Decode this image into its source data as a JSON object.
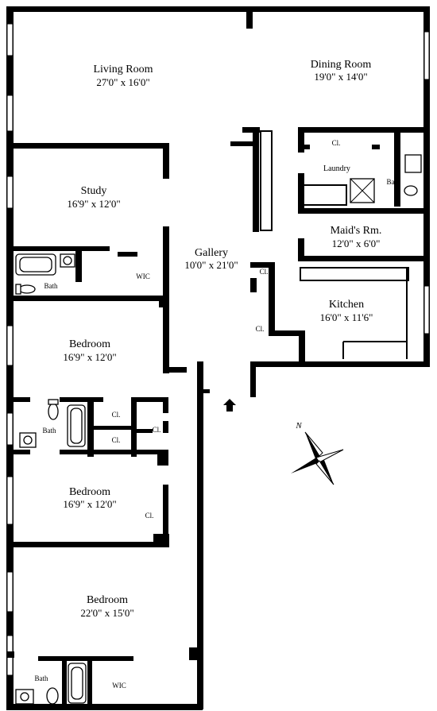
{
  "rooms": {
    "living_room": {
      "name": "Living Room",
      "dims": "27'0\" x 16'0\""
    },
    "dining_room": {
      "name": "Dining Room",
      "dims": "19'0\" x 14'0\""
    },
    "study": {
      "name": "Study",
      "dims": "16'9\" x 12'0\""
    },
    "gallery": {
      "name": "Gallery",
      "dims": "10'0\" x 21'0\""
    },
    "maids_room": {
      "name": "Maid's Rm.",
      "dims": "12'0\" x 6'0\""
    },
    "kitchen": {
      "name": "Kitchen",
      "dims": "16'0\" x 11'6\""
    },
    "bedroom_1": {
      "name": "Bedroom",
      "dims": "16'9\" x 12'0\""
    },
    "bedroom_2": {
      "name": "Bedroom",
      "dims": "16'9\" x 12'0\""
    },
    "bedroom_3": {
      "name": "Bedroom",
      "dims": "22'0\" x 15'0\""
    }
  },
  "small_labels": {
    "laundry": "Laundry",
    "bath": "Bath",
    "closet": "Cl.",
    "wic": "WIC"
  },
  "compass": {
    "north": "N"
  }
}
